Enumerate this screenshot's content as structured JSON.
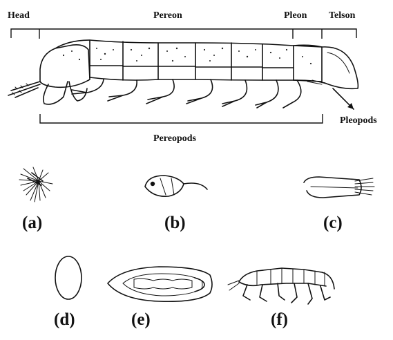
{
  "labels": {
    "head": "Head",
    "pereon": "Pereon",
    "pleon": "Pleon",
    "telson": "Telson",
    "pereopods": "Pereopods",
    "pleopods": "Pleopods"
  },
  "panels": {
    "a": "(a)",
    "b": "(b)",
    "c": "(c)",
    "d": "(d)",
    "e": "(e)",
    "f": "(f)"
  }
}
